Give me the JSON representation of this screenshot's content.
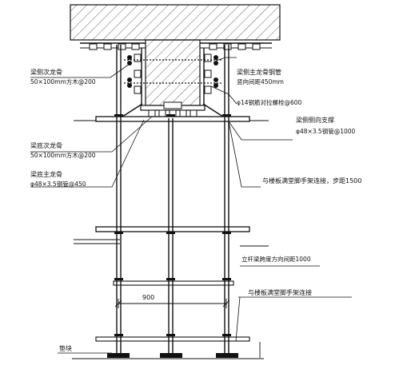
{
  "labels": {
    "side_secondary_rib": "梁侧次龙骨",
    "side_secondary_rib_spec": "50×100mm方木@200",
    "side_main_rib": "梁侧主龙骨钢管",
    "side_main_rib_spacing": "竖向间距450mm",
    "tie_bolt": "φ14钢筋对拉螺栓@600",
    "side_diagonal_brace": "梁侧侧向支撑",
    "side_diagonal_brace_spec": "φ48×3.5钢管@1000",
    "bottom_secondary_rib": "梁底次龙骨",
    "bottom_secondary_rib_spec": "50×100mm方木@200",
    "bottom_main_rib": "梁底主龙骨",
    "bottom_main_rib_spec": "φ48×3.5钢管@450",
    "connect_scaffold_step": "与楼板满堂脚手架连接，步距1500",
    "pole_spacing": "立杆梁跨度方向间距1000",
    "connect_scaffold": "与楼板满堂脚手架连接",
    "dimension_900": "900",
    "base_plate": "垫块"
  }
}
